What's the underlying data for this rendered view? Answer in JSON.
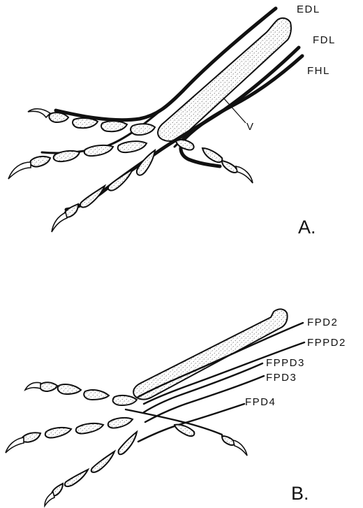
{
  "figure": {
    "panel_a": {
      "label": "A.",
      "tendon_labels": [
        "EDL",
        "FDL",
        "FHL"
      ],
      "pointer_label": "V"
    },
    "panel_b": {
      "label": "B.",
      "tendon_labels": [
        "FPD2",
        "FPPD2",
        "FPPD3",
        "FPD3",
        "FPD4"
      ]
    }
  }
}
